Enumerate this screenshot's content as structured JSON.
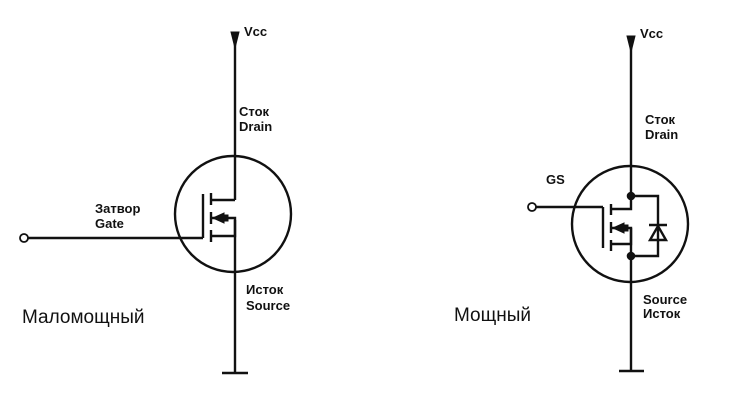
{
  "left": {
    "vcc": "Vcc",
    "drain_ru": "Сток",
    "drain_en": "Drain",
    "gate_ru": "Затвор",
    "gate_en": "Gate",
    "source_ru": "Исток",
    "source_en": "Source",
    "caption": "Маломощный"
  },
  "right": {
    "vcc": "Vcc",
    "drain_ru": "Сток",
    "drain_en": "Drain",
    "gate": "GS",
    "source_en": "Source",
    "source_ru": "Исток",
    "caption": "Мощный"
  }
}
